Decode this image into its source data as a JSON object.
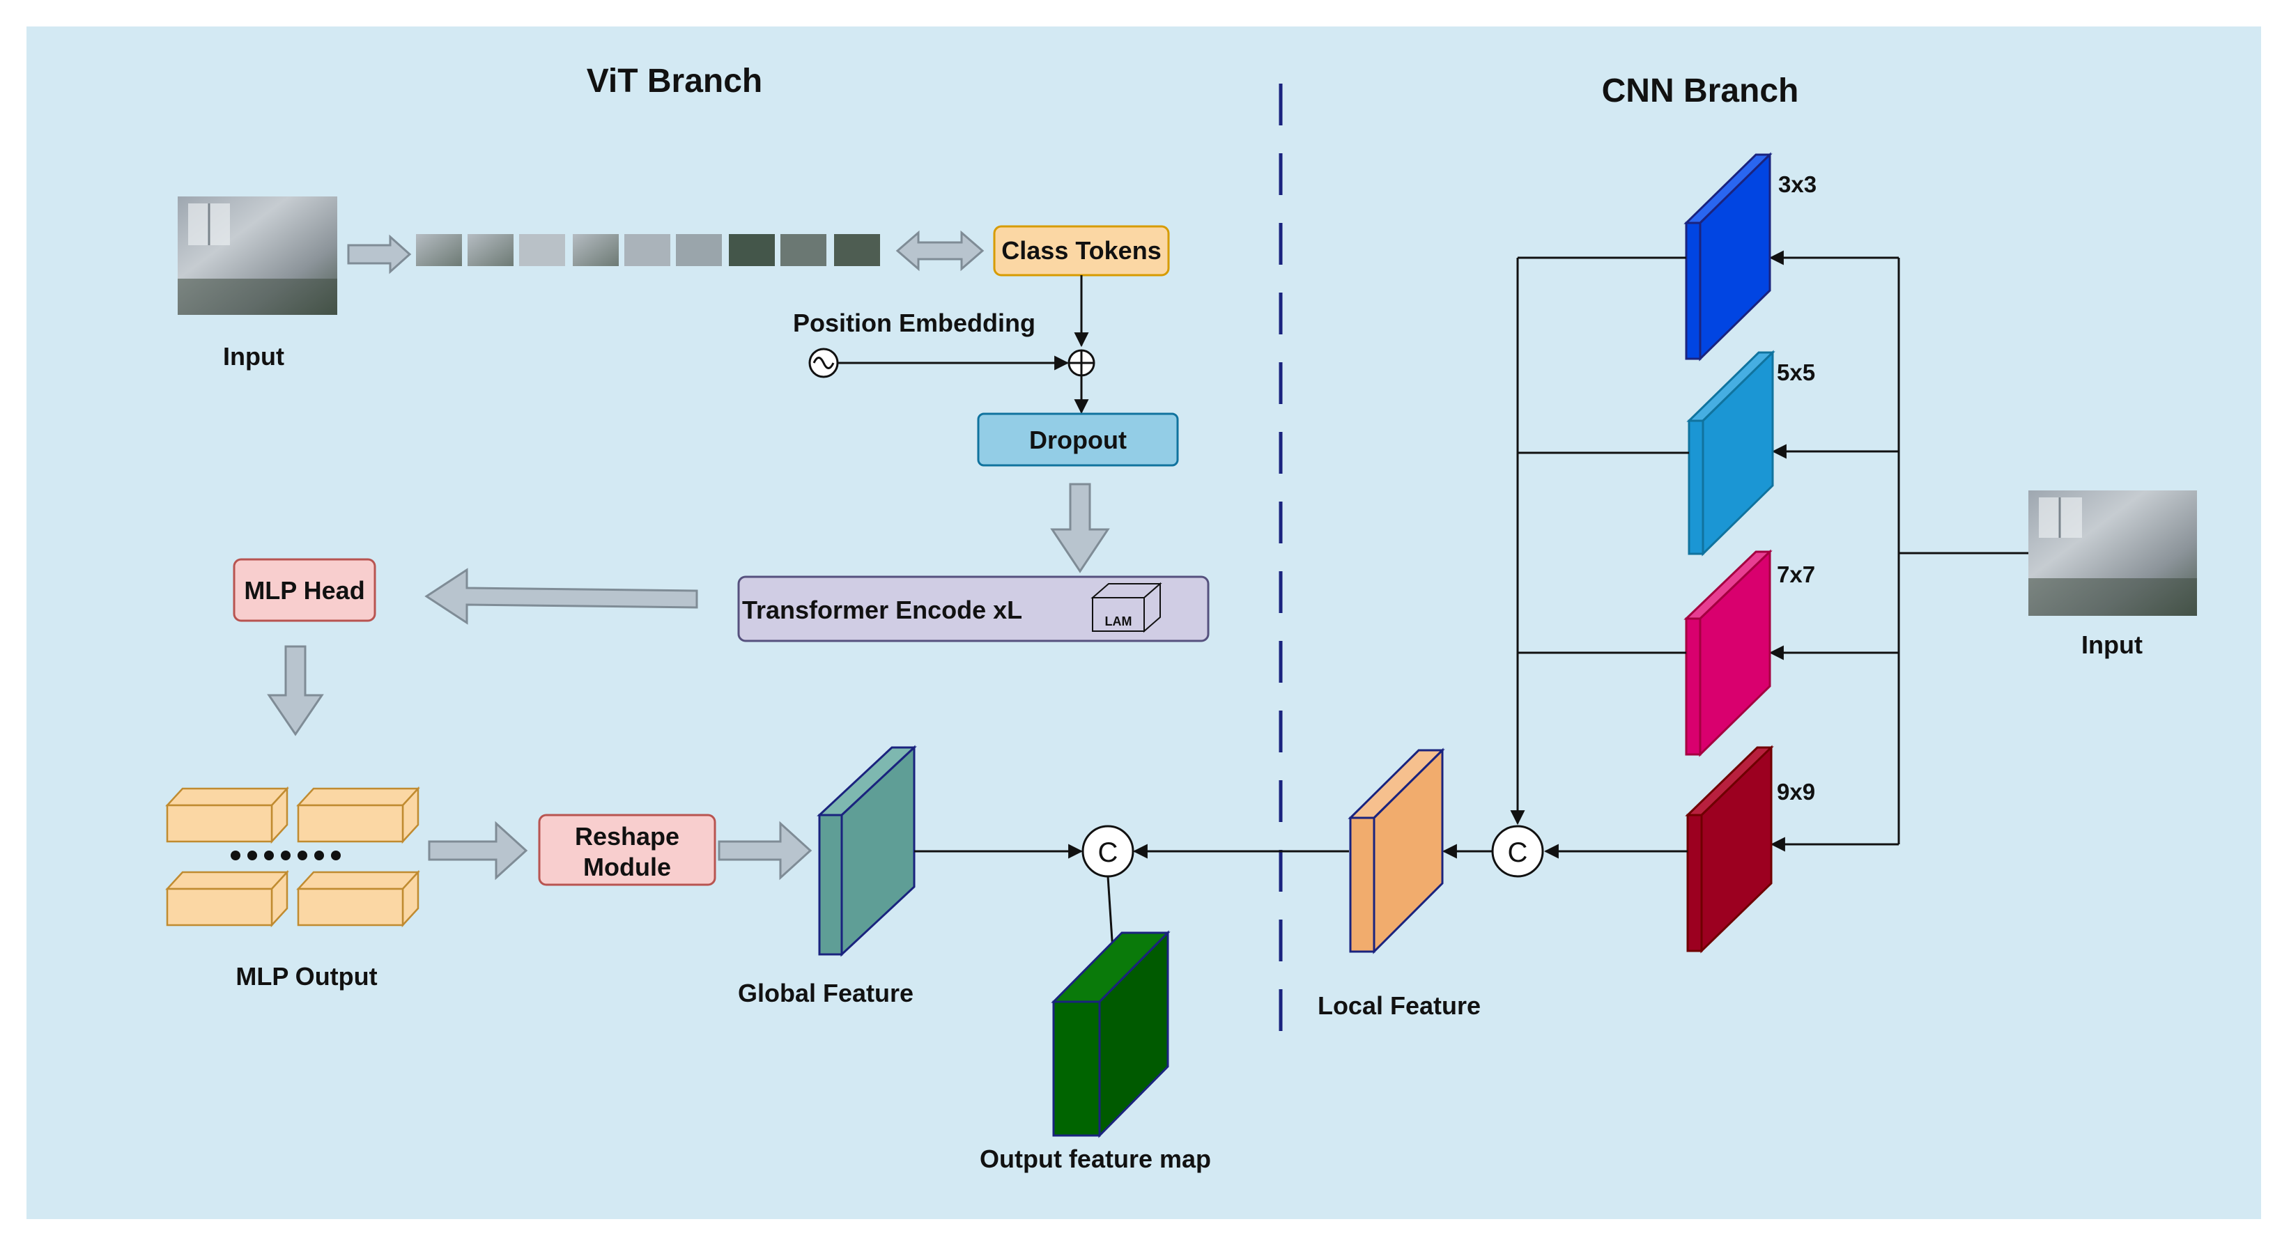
{
  "titles": {
    "vit_branch": "ViT Branch",
    "cnn_branch": "CNN Branch"
  },
  "labels": {
    "input_left": "Input",
    "input_right": "Input",
    "class_tokens": "Class Tokens",
    "position_embedding": "Position Embedding",
    "dropout": "Dropout",
    "transformer_encoder": "Transformer Encode xL",
    "lam": "LAM",
    "mlp_head": "MLP Head",
    "mlp_output": "MLP Output",
    "reshape_line1": "Reshape",
    "reshape_line2": "Module",
    "global_feature": "Global Feature",
    "local_feature": "Local Feature",
    "output_feature_map": "Output feature map",
    "concat_symbol": "C"
  },
  "kernels": [
    "3x3",
    "5x5",
    "7x7",
    "9x9"
  ],
  "colors": {
    "background": "#d3e9f3",
    "class_tokens_fill": "#fbd7a4",
    "dropout_fill": "#93cde6",
    "transformer_fill": "#d0cde4",
    "mlp_head_fill": "#f8cece",
    "reshape_fill": "#f8cece",
    "mlp_output_fill": "#fbd7a4",
    "global_feature": "#5f9e96",
    "local_feature": "#f1ac6d",
    "output_feature": "#006400",
    "kernel_3x3": "#0145e2",
    "kernel_5x5": "#1b96d4",
    "kernel_7x7": "#d9006e",
    "kernel_9x9": "#9c0020",
    "divider": "#1a237e"
  }
}
